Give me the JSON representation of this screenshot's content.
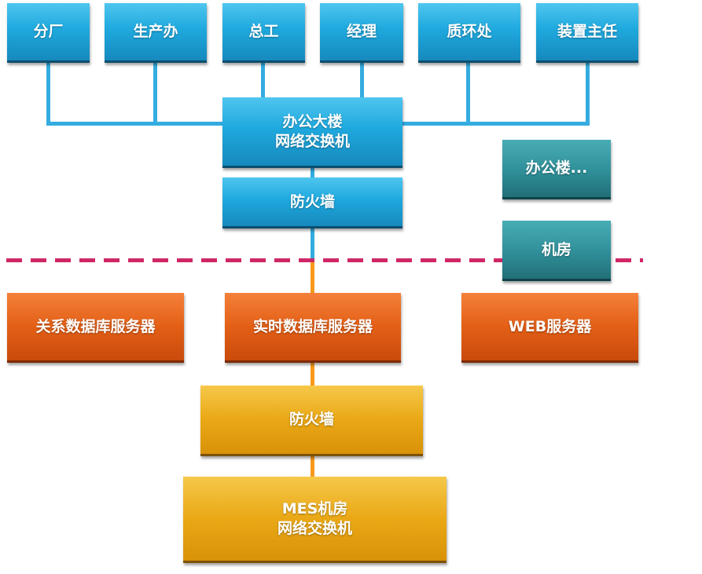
{
  "top_row": [
    {
      "label": "分厂"
    },
    {
      "label": "生产办"
    },
    {
      "label": "总工"
    },
    {
      "label": "经理"
    },
    {
      "label": "质环处"
    },
    {
      "label": "装置主任"
    }
  ],
  "office_switch": {
    "line1": "办公大楼",
    "line2": "网络交换机"
  },
  "office_firewall": {
    "label": "防火墙"
  },
  "legend": {
    "office": "办公楼...",
    "machine_room": "机房"
  },
  "servers": [
    {
      "label": "关系数据库服务器"
    },
    {
      "label": "实时数据库服务器"
    },
    {
      "label": "WEB服务器"
    }
  ],
  "mes_firewall": {
    "label": "防火墙"
  },
  "mes_switch": {
    "line1": "MES机房",
    "line2": "网络交换机"
  },
  "colors": {
    "office_blue": "#1fa9de",
    "legend_teal": "#2f8f99",
    "server_orange": "#e35f16",
    "mes_gold": "#eaa816",
    "blue_link": "#34ace0",
    "orange_link": "#f59a1c",
    "boundary_dash": "#cf2766"
  }
}
